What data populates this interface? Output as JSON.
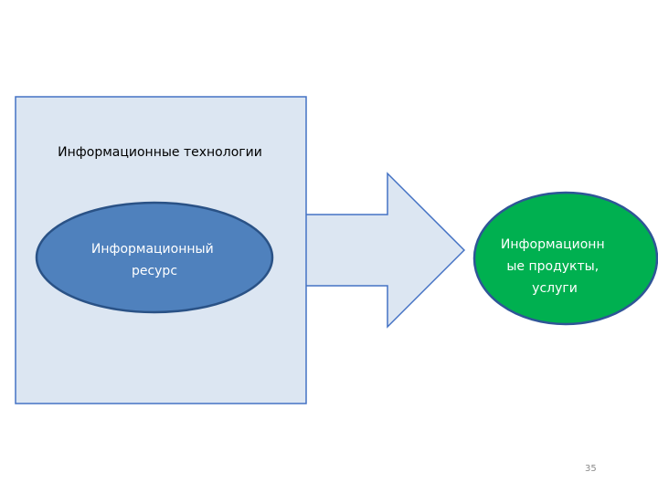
{
  "diagram": {
    "container_label": "Информационные технологии",
    "resource_lines": [
      "Информационный",
      "ресурс"
    ],
    "products_lines": [
      "Информационн",
      "ые продукты,",
      "услуги"
    ]
  },
  "page_number": "35",
  "colors": {
    "container_fill": "#dce6f2",
    "container_stroke": "#4472c4",
    "arrow_fill": "#dce6f2",
    "arrow_stroke": "#4472c4",
    "resource_fill": "#4f81bd",
    "resource_stroke": "#2a5286",
    "products_fill": "#00b050",
    "products_stroke": "#2f5597"
  }
}
